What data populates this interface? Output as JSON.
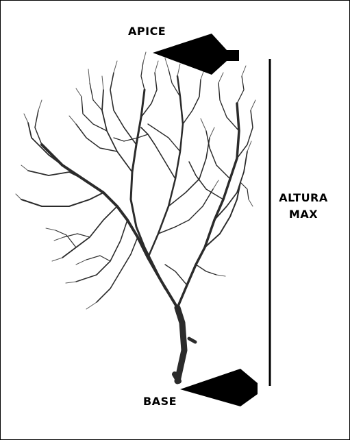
{
  "labels": {
    "apex": "APICE",
    "base": "BASE",
    "height_line1": "ALTURA",
    "height_line2": "MAX"
  },
  "colors": {
    "ink": "#000000",
    "branch": "#2b2b2b",
    "background": "#ffffff"
  },
  "icons": {
    "apex_arrow": "left-arrow-icon",
    "base_arrow": "left-arrow-icon",
    "height_line": "vertical-measure-line"
  }
}
